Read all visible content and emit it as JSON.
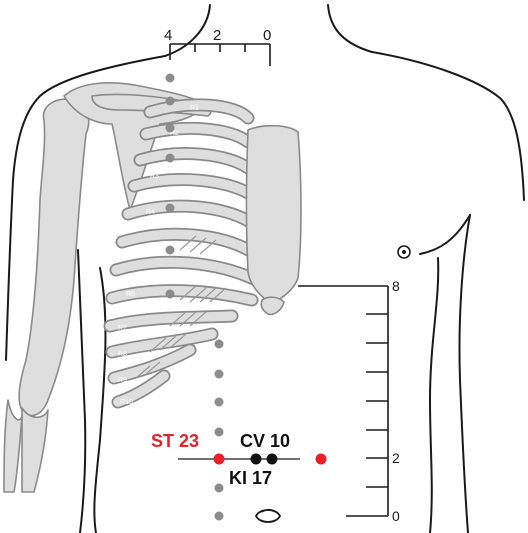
{
  "colors": {
    "accent_red": "#e8202a",
    "point_black": "#111111",
    "grey_point": "#8c8c8c",
    "bone_fill": "#dedede",
    "bone_stroke": "#8a8a8a"
  },
  "labels": {
    "st23": "ST 23",
    "cv10": "CV 10",
    "ki17": "KI 17"
  },
  "top_scale": {
    "ticks": [
      "4",
      "2",
      "0"
    ]
  },
  "side_scale": {
    "top_label": "8",
    "mid_label": "2",
    "bottom_label": "0"
  },
  "rib_labels": [
    "R1",
    "R2",
    "R3",
    "R4",
    "R5",
    "R6",
    "R7",
    "R8",
    "R9",
    "R10"
  ],
  "icons": {
    "nipple": "nipple-icon",
    "navel": "navel-icon"
  }
}
